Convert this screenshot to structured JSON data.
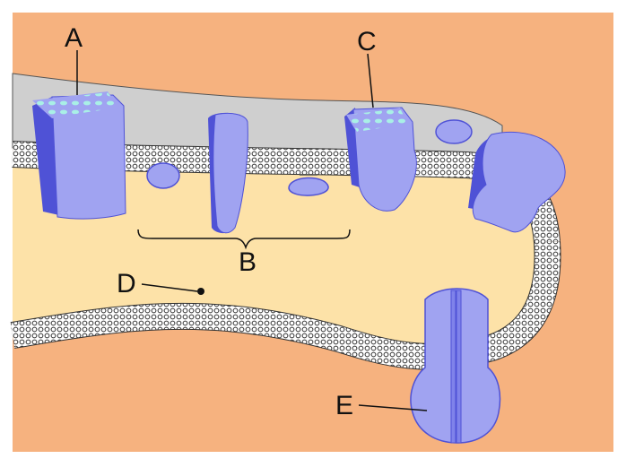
{
  "labels": {
    "a": "A",
    "b": "B",
    "c": "C",
    "d": "D",
    "e": "E"
  },
  "colors": {
    "outside": "#f6b27f",
    "inside": "#fde2a8",
    "coat": "#cfcfcf",
    "protein": "#a0a3f1",
    "protein_dark": "#4f52d6",
    "dots": "#a9f0e6",
    "ink": "#111111"
  }
}
